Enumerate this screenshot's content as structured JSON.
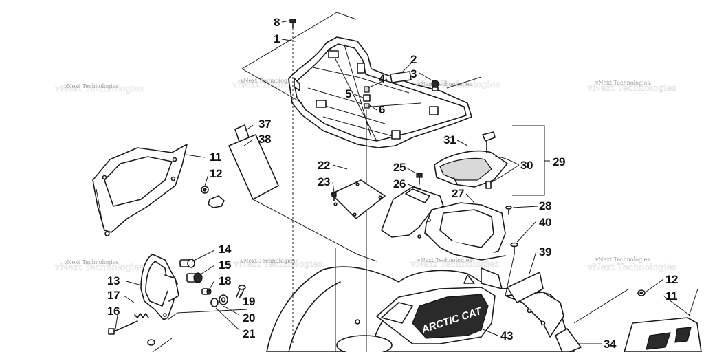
{
  "callouts": {
    "c1": "1",
    "c2": "2",
    "c3": "3",
    "c4": "4",
    "c5": "5",
    "c6": "6",
    "c8": "8",
    "c11a": "11",
    "c11b": "11",
    "c12a": "12",
    "c12b": "12",
    "c13": "13",
    "c14": "14",
    "c15": "15",
    "c16": "16",
    "c17": "17",
    "c18": "18",
    "c19": "19",
    "c20": "20",
    "c21": "21",
    "c22": "22",
    "c23": "23",
    "c25": "25",
    "c26": "26",
    "c27": "27",
    "c28": "28",
    "c29": "29",
    "c30": "30",
    "c31": "31",
    "c34": "34",
    "c37": "37",
    "c38": "38",
    "c39": "39",
    "c40": "40",
    "c43": "43"
  },
  "watermark": {
    "text": "vNext Technologies"
  },
  "decal_text": "ARCTIC CAT",
  "colors": {
    "line": "#1a1a1a",
    "watermark": "#9a9a9a",
    "background": "#ffffff"
  }
}
